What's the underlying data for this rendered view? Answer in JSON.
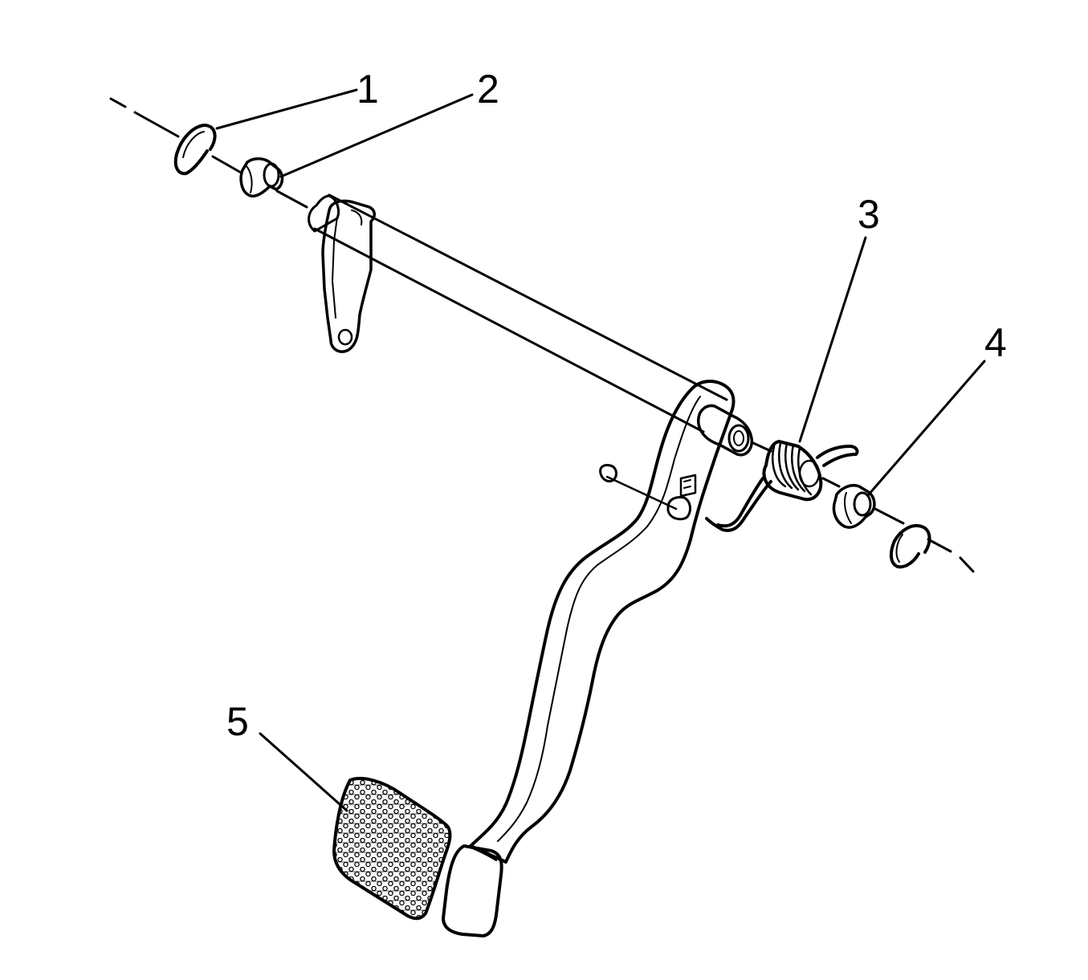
{
  "diagram": {
    "type": "exploded-parts-illustration",
    "subject": "brake-pedal-assembly",
    "line_color": "#000000",
    "background": "#ffffff",
    "callouts": [
      {
        "id": "1",
        "label": "1",
        "part": "retaining-ring"
      },
      {
        "id": "2",
        "label": "2",
        "part": "bushing"
      },
      {
        "id": "3",
        "label": "3",
        "part": "return-spring"
      },
      {
        "id": "4",
        "label": "4",
        "part": "bushing"
      },
      {
        "id": "5",
        "label": "5",
        "part": "pedal-pad"
      }
    ]
  }
}
